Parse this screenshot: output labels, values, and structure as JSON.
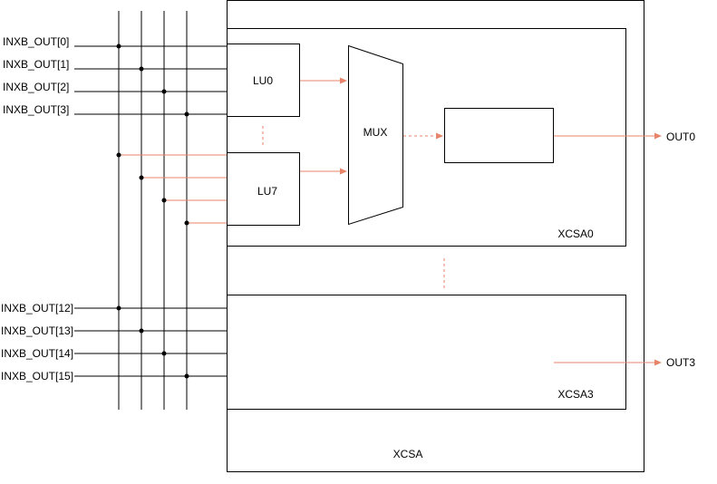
{
  "inputs": [
    "INXB_OUT[0]",
    "INXB_OUT[1]",
    "INXB_OUT[2]",
    "INXB_OUT[3]",
    "INXB_OUT[12]",
    "INXB_OUT[13]",
    "INXB_OUT[14]",
    "INXB_OUT[15]"
  ],
  "blocks": {
    "xcsa": "XCSA",
    "xcsa0": "XCSA0",
    "xcsa3": "XCSA3",
    "lu0": "LU0",
    "lu7": "LU7",
    "mux": "MUX"
  },
  "outputs": [
    "OUT0",
    "OUT3"
  ],
  "colors": {
    "wire": "#000000",
    "signal": "#e8846a"
  }
}
